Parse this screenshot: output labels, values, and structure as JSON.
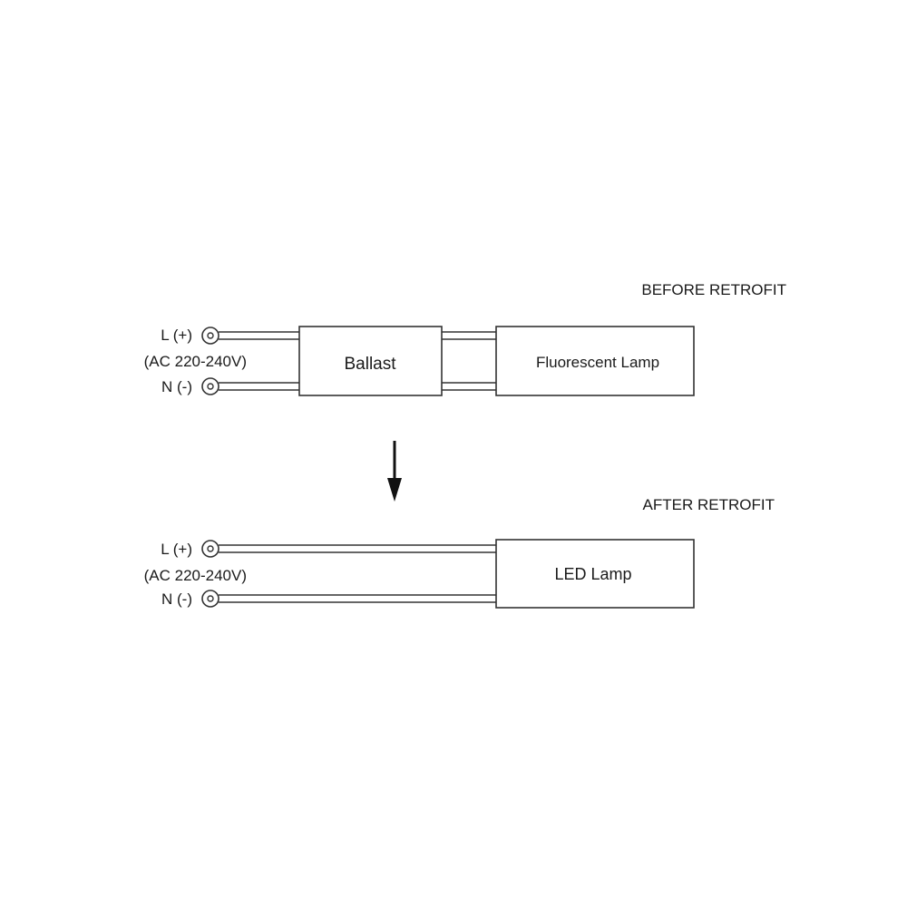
{
  "before": {
    "title": "BEFORE RETROFIT",
    "l_label": "L (+)",
    "ac_label": "(AC 220-240V)",
    "n_label": "N (-)",
    "ballast_label": "Ballast",
    "lamp_label": "Fluorescent Lamp"
  },
  "after": {
    "title": "AFTER RETROFIT",
    "l_label": "L (+)",
    "ac_label": "(AC 220-240V)",
    "n_label": "N (-)",
    "lamp_label": "LED Lamp"
  },
  "icons": {
    "arrow": "arrow-down-icon",
    "terminal": "terminal-icon"
  }
}
